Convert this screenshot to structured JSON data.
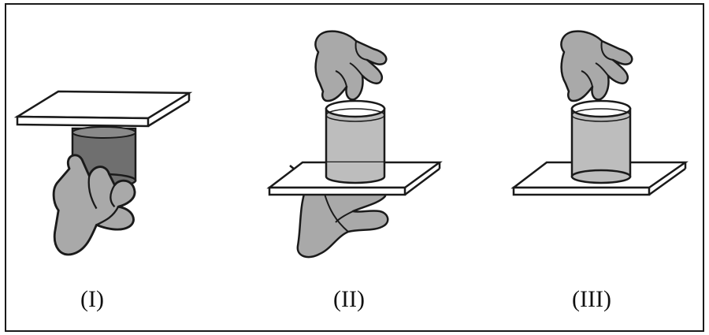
{
  "figure": {
    "panels": [
      {
        "id": "I",
        "label": "(I)"
      },
      {
        "id": "II",
        "label": "(II)"
      },
      {
        "id": "III",
        "label": "(III)"
      }
    ],
    "colors": {
      "hand": "#a9a9a9",
      "water_dark": "#6f6f6f",
      "glass": "#bdbdbd",
      "card": "#ffffff",
      "outline": "#1a1a1a"
    }
  }
}
